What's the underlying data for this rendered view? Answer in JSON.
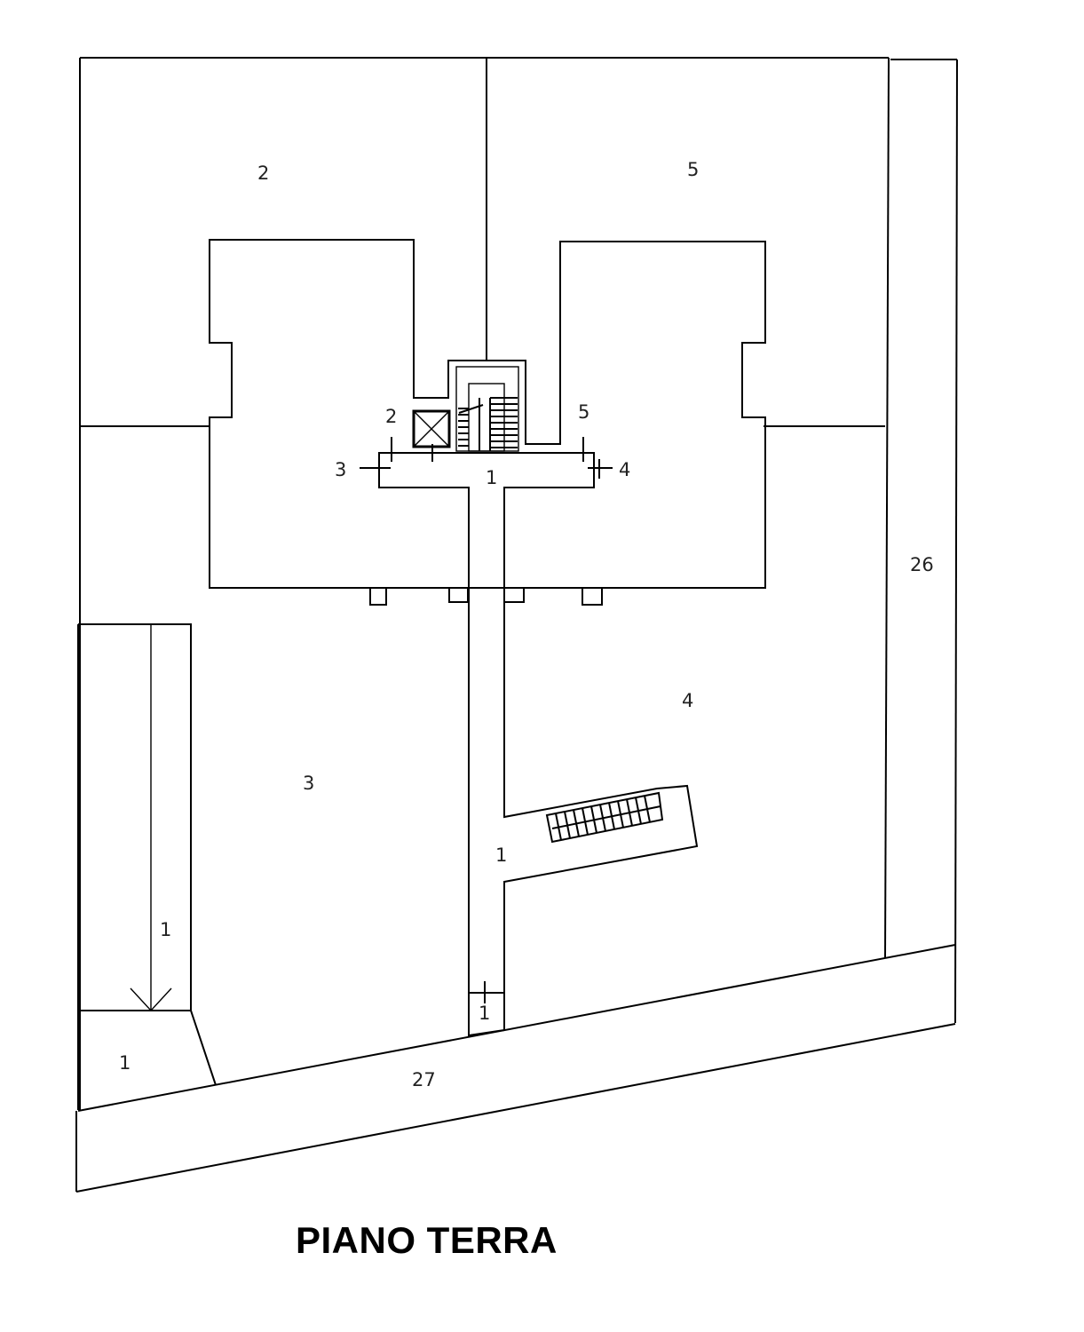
{
  "title": "PIANO TERRA",
  "labels": {
    "lot_2": "2",
    "lot_5": "5",
    "lot_3": "3",
    "lot_4": "4",
    "lot_26": "26",
    "lot_27": "27",
    "corridor": "1",
    "path": "1",
    "ramp": "1",
    "entry": "1",
    "gate": "1",
    "door_2": "2",
    "door_3": "3",
    "door_4": "4",
    "door_5": "5"
  }
}
